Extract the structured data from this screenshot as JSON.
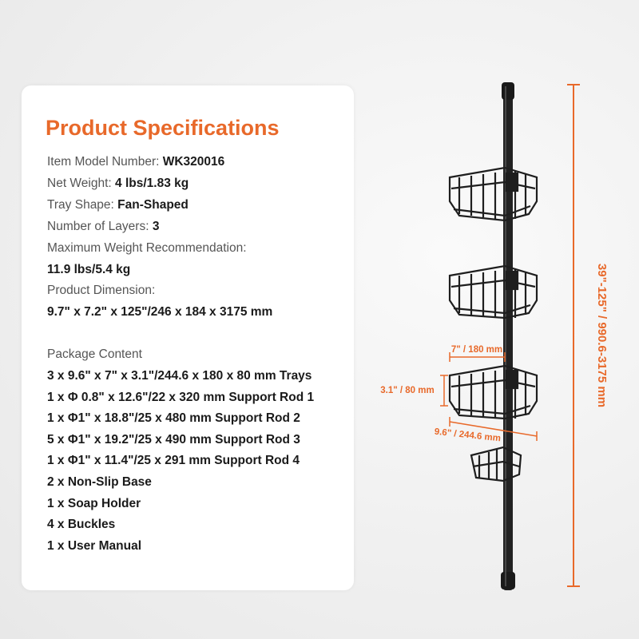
{
  "spec": {
    "title": "Product Specifications",
    "model_label": "Item Model Number: ",
    "model_value": "WK320016",
    "weight_label": "Net Weight: ",
    "weight_value": "4 lbs/1.83 kg",
    "shape_label": "Tray Shape: ",
    "shape_value": "Fan-Shaped",
    "layers_label": "Number of Layers: ",
    "layers_value": "3",
    "max_weight_label": "Maximum Weight Recommendation:",
    "max_weight_value": "11.9 lbs/5.4 kg",
    "dimension_label": "Product Dimension:",
    "dimension_value": "9.7\" x 7.2\" x 125\"/246 x 184 x 3175 mm"
  },
  "package": {
    "heading": "Package Content",
    "items": [
      "3 x 9.6\" x 7\" x 3.1\"/244.6 x 180 x 80 mm Trays",
      "1 x Φ 0.8\" x 12.6\"/22 x 320 mm Support Rod 1",
      "1 x Φ1\" x 18.8\"/25 x 480 mm Support Rod 2",
      "5 x Φ1\" x 19.2\"/25 x 490 mm Support Rod 3",
      "1 x Φ1\" x 11.4\"/25 x 291 mm Support Rod 4",
      "2 x Non-Slip Base",
      "1 x Soap Holder",
      "4 x Buckles",
      "1 x User Manual"
    ]
  },
  "dimensions": {
    "height": "39\"-125\" / 990.6-3175 mm",
    "depth": "7\" / 180 mm",
    "tray_height": "3.1\" / 80 mm",
    "width": "9.6\" / 244.6 mm"
  },
  "colors": {
    "accent": "#e8692a",
    "pole": "#1f1f1f"
  }
}
